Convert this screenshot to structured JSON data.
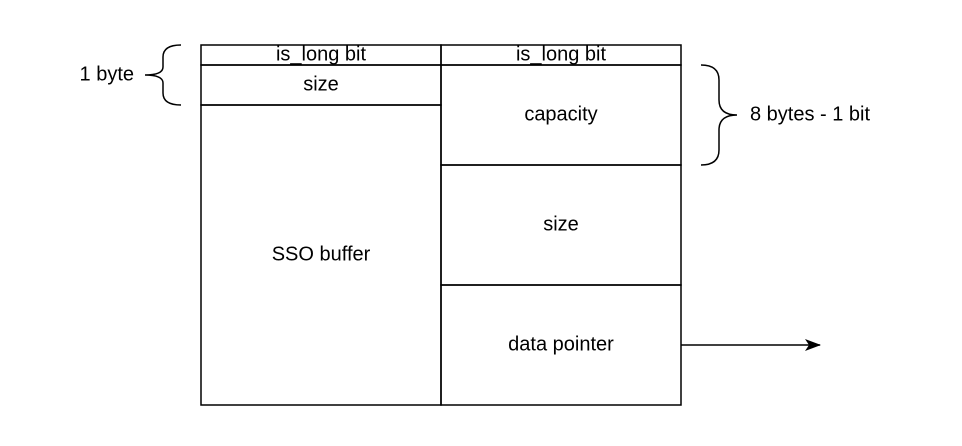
{
  "short_mode": {
    "is_long_bit": "is_long bit",
    "size": "size",
    "sso_buffer": "SSO buffer"
  },
  "long_mode": {
    "is_long_bit": "is_long bit",
    "capacity": "capacity",
    "size": "size",
    "data_pointer": "data pointer"
  },
  "annotations": {
    "one_byte": "1 byte",
    "eight_bytes": "8 bytes - 1 bit"
  },
  "colors": {
    "stroke": "#000000",
    "background": "#ffffff"
  }
}
